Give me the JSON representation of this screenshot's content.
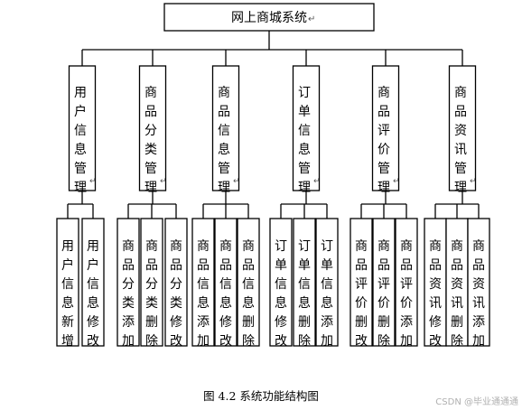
{
  "root": "网上商城系统",
  "modules": [
    {
      "label": "用户信息管理",
      "children": [
        "用户信息新增",
        "用户信息修改"
      ]
    },
    {
      "label": "商品分类管理",
      "children": [
        "商品分类添加",
        "商品分类删除",
        "商品分类修改"
      ]
    },
    {
      "label": "商品信息管理",
      "children": [
        "商品信息添加",
        "商品信息修改",
        "商品信息删除"
      ]
    },
    {
      "label": "订单信息管理",
      "children": [
        "订单信息修改",
        "订单信息删除",
        "订单信息添加"
      ]
    },
    {
      "label": "商品评价管理",
      "children": [
        "商品评价删改",
        "商品评价删除",
        "商品评价添加"
      ]
    },
    {
      "label": "商品资讯管理",
      "children": [
        "商品资讯修改",
        "商品资讯删除",
        "商品资讯添加"
      ]
    }
  ],
  "caption": "图 4.2  系统功能结构图",
  "watermark": "CSDN @毕业通通通"
}
